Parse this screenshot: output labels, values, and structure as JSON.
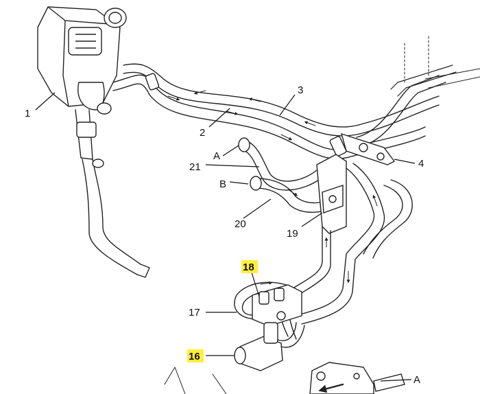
{
  "diagram": {
    "callouts": [
      {
        "id": "c1",
        "text": "1",
        "highlight": false
      },
      {
        "id": "c2",
        "text": "2",
        "highlight": false
      },
      {
        "id": "c3",
        "text": "3",
        "highlight": false
      },
      {
        "id": "c4",
        "text": "4",
        "highlight": false
      },
      {
        "id": "c16",
        "text": "16",
        "highlight": true
      },
      {
        "id": "c17",
        "text": "17",
        "highlight": false
      },
      {
        "id": "c18",
        "text": "18",
        "highlight": true
      },
      {
        "id": "c19",
        "text": "19",
        "highlight": false
      },
      {
        "id": "c20",
        "text": "20",
        "highlight": false
      },
      {
        "id": "c21",
        "text": "21",
        "highlight": false
      },
      {
        "id": "cA",
        "text": "A",
        "highlight": false
      },
      {
        "id": "cB",
        "text": "B",
        "highlight": false
      },
      {
        "id": "cA2",
        "text": "A",
        "highlight": false
      }
    ],
    "colors": {
      "line": "#222222",
      "highlight": "#ffef3a",
      "background": "#ffffff"
    }
  }
}
